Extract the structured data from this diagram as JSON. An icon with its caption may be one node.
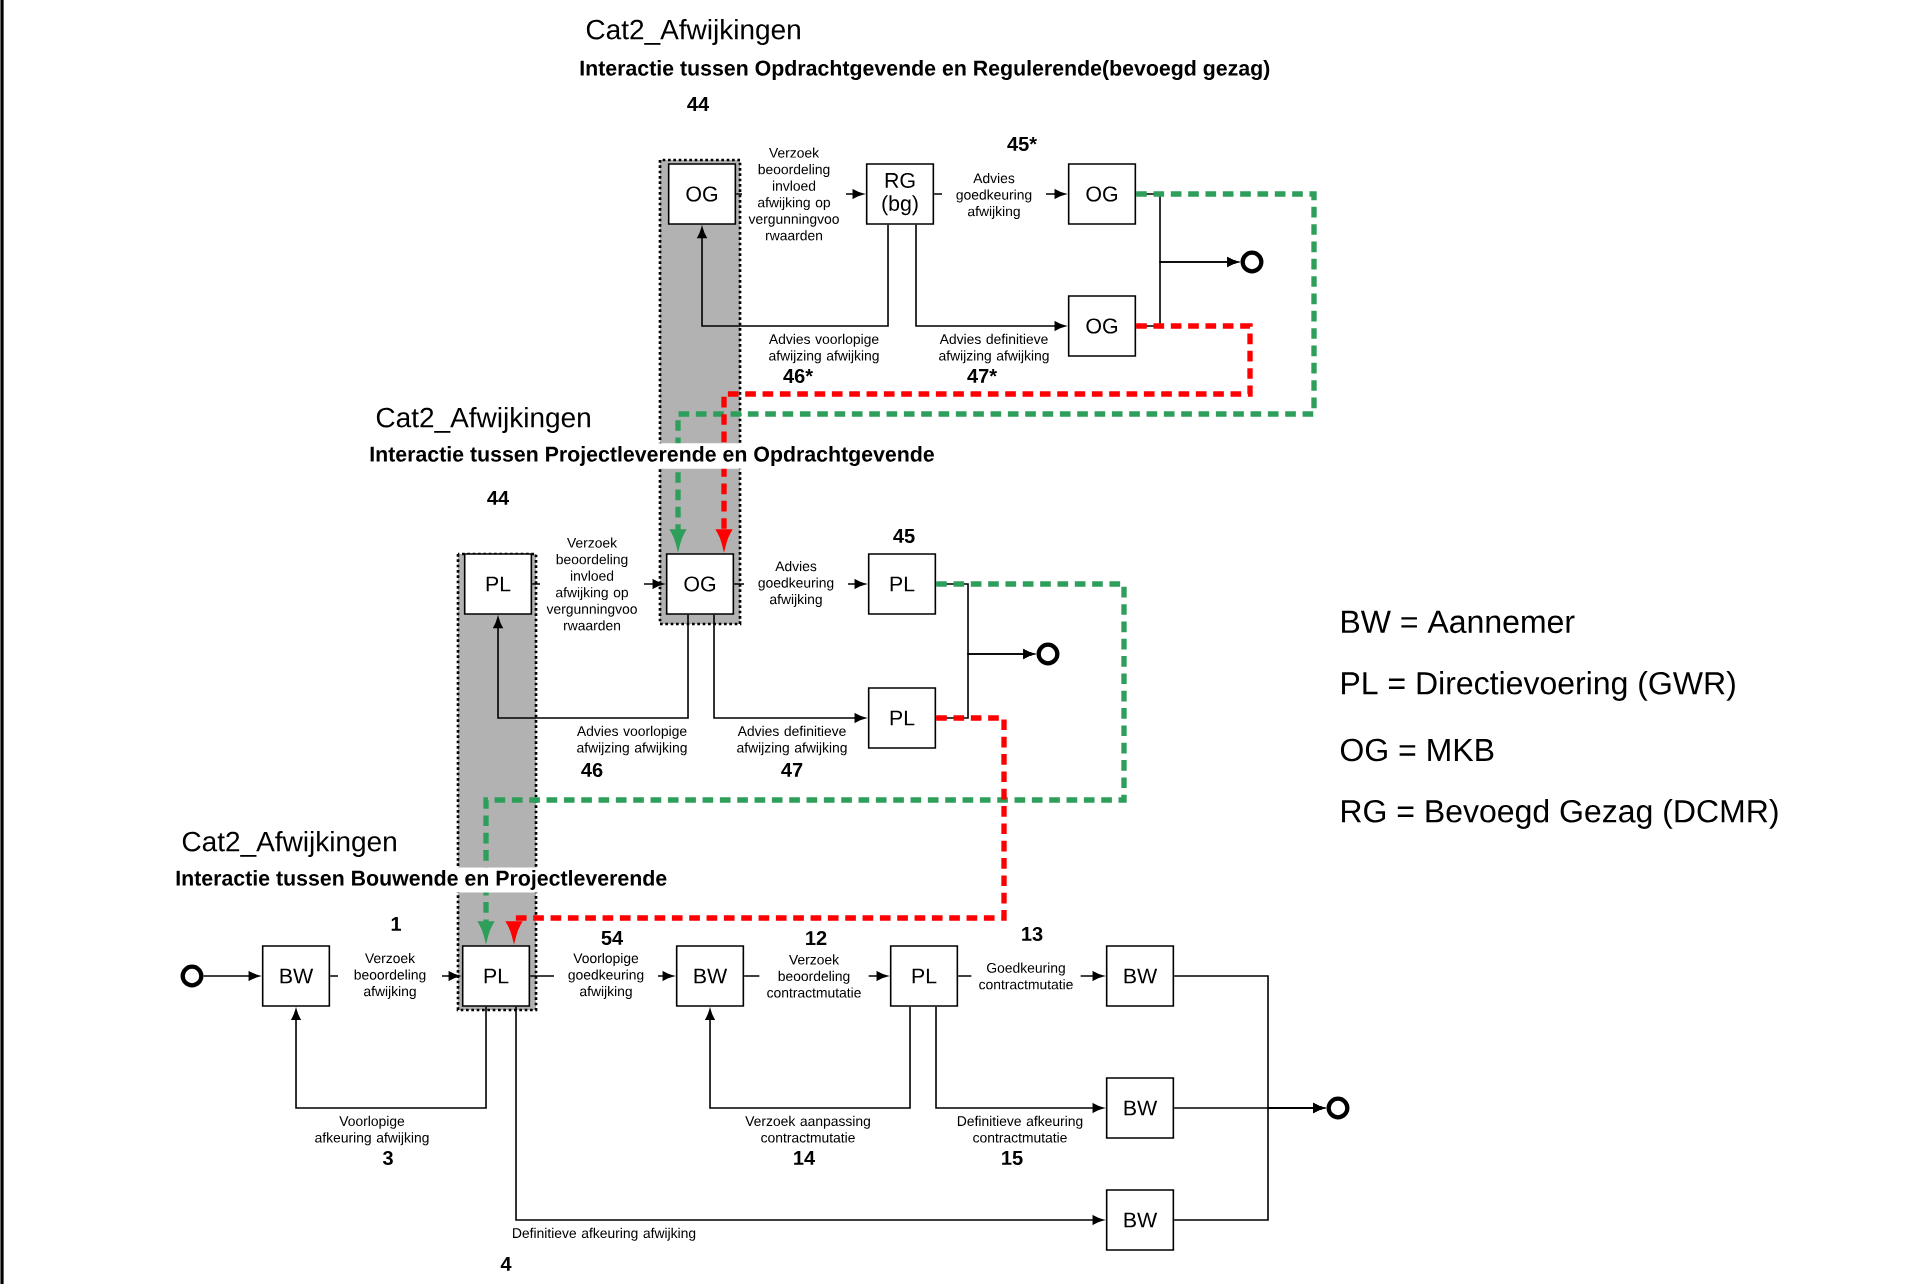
{
  "diagram": {
    "nodes": [
      {
        "text": [
          "OG"
        ]
      },
      {
        "text": [
          "RG (bg)"
        ]
      },
      {
        "text": [
          "OG"
        ]
      },
      {
        "text": [
          "OG"
        ]
      },
      {
        "text": [],
        "shape": "circle"
      },
      {
        "text": [
          "PL"
        ]
      },
      {
        "text": [
          "OG"
        ]
      },
      {
        "text": [
          "PL"
        ]
      },
      {
        "text": [
          "PL"
        ]
      },
      {
        "text": [],
        "shape": "circle"
      },
      {
        "text": [],
        "shape": "circle"
      },
      {
        "text": [
          "BW"
        ]
      },
      {
        "text": [
          "PL"
        ]
      },
      {
        "text": [
          "BW"
        ]
      },
      {
        "text": [
          "PL"
        ]
      },
      {
        "text": [
          "BW"
        ]
      },
      {
        "text": [
          "BW"
        ]
      },
      {
        "text": [
          "BW"
        ]
      },
      {
        "text": [],
        "shape": "circle"
      }
    ],
    "edges": [
      {
        "from": 0,
        "to": 1,
        "arrow": "to",
        "label": "Verzoek beoordeling invloed afwijking op vergunningvoo rwaarden"
      },
      {
        "from": 1,
        "to": 2,
        "arrow": "to",
        "label": "Advies goedkeuring afwijking"
      },
      {
        "from": 1,
        "to": 0,
        "arrow": "to",
        "label": "Advies voorlopige afwijzing afwijking"
      },
      {
        "from": 1,
        "to": 3,
        "arrow": "to",
        "label": "Advies definitieve afwijzing afwijking"
      },
      {
        "from": 2,
        "to": 4,
        "arrow": "to"
      },
      {
        "from": 3,
        "to": 4,
        "arrow": "to"
      },
      {
        "from": 3,
        "to": 6,
        "arrow": "to",
        "style": "dashed",
        "color": "#ff0000"
      },
      {
        "from": 2,
        "to": 6,
        "arrow": "to",
        "style": "dashed",
        "color": "#2e9e5b"
      },
      {
        "from": 5,
        "to": 6,
        "arrow": "to",
        "label": "Verzoek beoordeling invloed afwijking op vergunningvoo rwaarden"
      },
      {
        "from": 6,
        "to": 7,
        "arrow": "to",
        "label": "Advies goedkeuring afwijking"
      },
      {
        "from": 6,
        "to": 5,
        "arrow": "to",
        "label": "Advies voorlopige afwijzing afwijking"
      },
      {
        "from": 6,
        "to": 8,
        "arrow": "to",
        "label": "Advies definitieve afwijzing afwijking"
      },
      {
        "from": 7,
        "to": 9,
        "arrow": "to"
      },
      {
        "from": 8,
        "to": 9,
        "arrow": "to"
      },
      {
        "from": 8,
        "to": 12,
        "arrow": "to",
        "style": "dashed",
        "color": "#ff0000"
      },
      {
        "from": 7,
        "to": 12,
        "arrow": "to",
        "style": "dashed",
        "color": "#2e9e5b"
      },
      {
        "from": 10,
        "to": 11,
        "arrow": "to"
      },
      {
        "from": 11,
        "to": 12,
        "arrow": "to",
        "label": "Verzoek beoordeling afwijking"
      },
      {
        "from": 12,
        "to": 11,
        "arrow": "to",
        "label": "Voorlopige afkeuring afwijking"
      },
      {
        "from": 12,
        "to": 13,
        "arrow": "to",
        "label": "Voorlopige goedkeuring afwijking"
      },
      {
        "from": 12,
        "to": 17,
        "arrow": "to",
        "label": "Definitieve afkeuring afwijking"
      },
      {
        "from": 13,
        "to": 14,
        "arrow": "to",
        "label": "Verzoek beoordeling contractmutatie"
      },
      {
        "from": 14,
        "to": 13,
        "arrow": "to",
        "label": "Verzoek aanpassing contractmutatie"
      },
      {
        "from": 14,
        "to": 15,
        "arrow": "to",
        "label": "Goedkeuring contractmutatie"
      },
      {
        "from": 14,
        "to": 16,
        "arrow": "to",
        "label": "Definitieve afkeuring contractmutatie"
      },
      {
        "from": 15,
        "to": 18,
        "arrow": "to"
      },
      {
        "from": 16,
        "to": 18,
        "arrow": "to"
      },
      {
        "from": 17,
        "to": 18,
        "arrow": "to"
      }
    ],
    "labels": [
      "Cat2_Afwijkingen",
      "Interactie tussen Opdrachtgevende en Regulerende(bevoegd gezag)",
      "44",
      "45*",
      "46*",
      "47*",
      "Cat2_Afwijkingen",
      "Interactie tussen Projectleverende en Opdrachtgevende",
      "44",
      "45",
      "BW = Aannemer",
      "PL = Directievoering (GWR)",
      "OG = MKB",
      "46",
      "47",
      "RG = Bevoegd Gezag (DCMR)",
      "Cat2_Afwijkingen",
      "Interactie tussen Bouwende en Projectleverende",
      "1",
      "54",
      "12",
      "13",
      "3",
      "14",
      "15",
      "4"
    ]
  }
}
